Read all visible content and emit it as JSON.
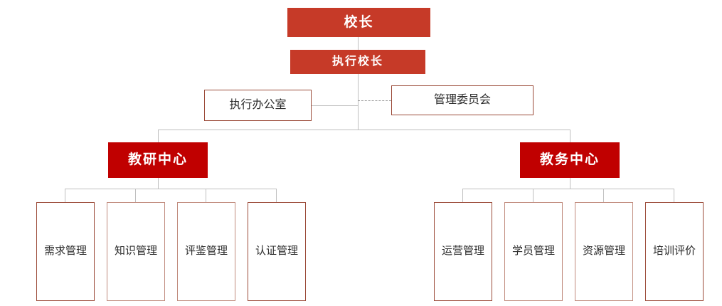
{
  "diagram": {
    "type": "org-chart",
    "title": "",
    "colors": {
      "top_fill": "#c63a28",
      "center_fill": "#c00000",
      "outline_border": "#9b4a38",
      "outline_border_soft": "#c08a7c",
      "connector": "#bfbfbf",
      "dashed_connector": "#9a9a9a",
      "box_text_on_red": "#ffffff",
      "box_text_on_white": "#2b2b2b",
      "background": "#ffffff"
    },
    "levels": {
      "level1": {
        "principal": {
          "label": "校长"
        }
      },
      "level2": {
        "executive_principal": {
          "label": "执行校长"
        }
      },
      "level3": {
        "executive_office": {
          "label": "执行办公室"
        },
        "management_committee": {
          "label": "管理委员会"
        }
      },
      "level4": {
        "research_center": {
          "label": "教研中心"
        },
        "academic_center": {
          "label": "教务中心"
        }
      },
      "level5": {
        "research_children": [
          {
            "label": "需求管理"
          },
          {
            "label": "知识管理"
          },
          {
            "label": "评鉴管理"
          },
          {
            "label": "认证管理"
          }
        ],
        "academic_children": [
          {
            "label": "运营管理"
          },
          {
            "label": "学员管理"
          },
          {
            "label": "资源管理"
          },
          {
            "label": "培训评价"
          }
        ]
      }
    }
  }
}
